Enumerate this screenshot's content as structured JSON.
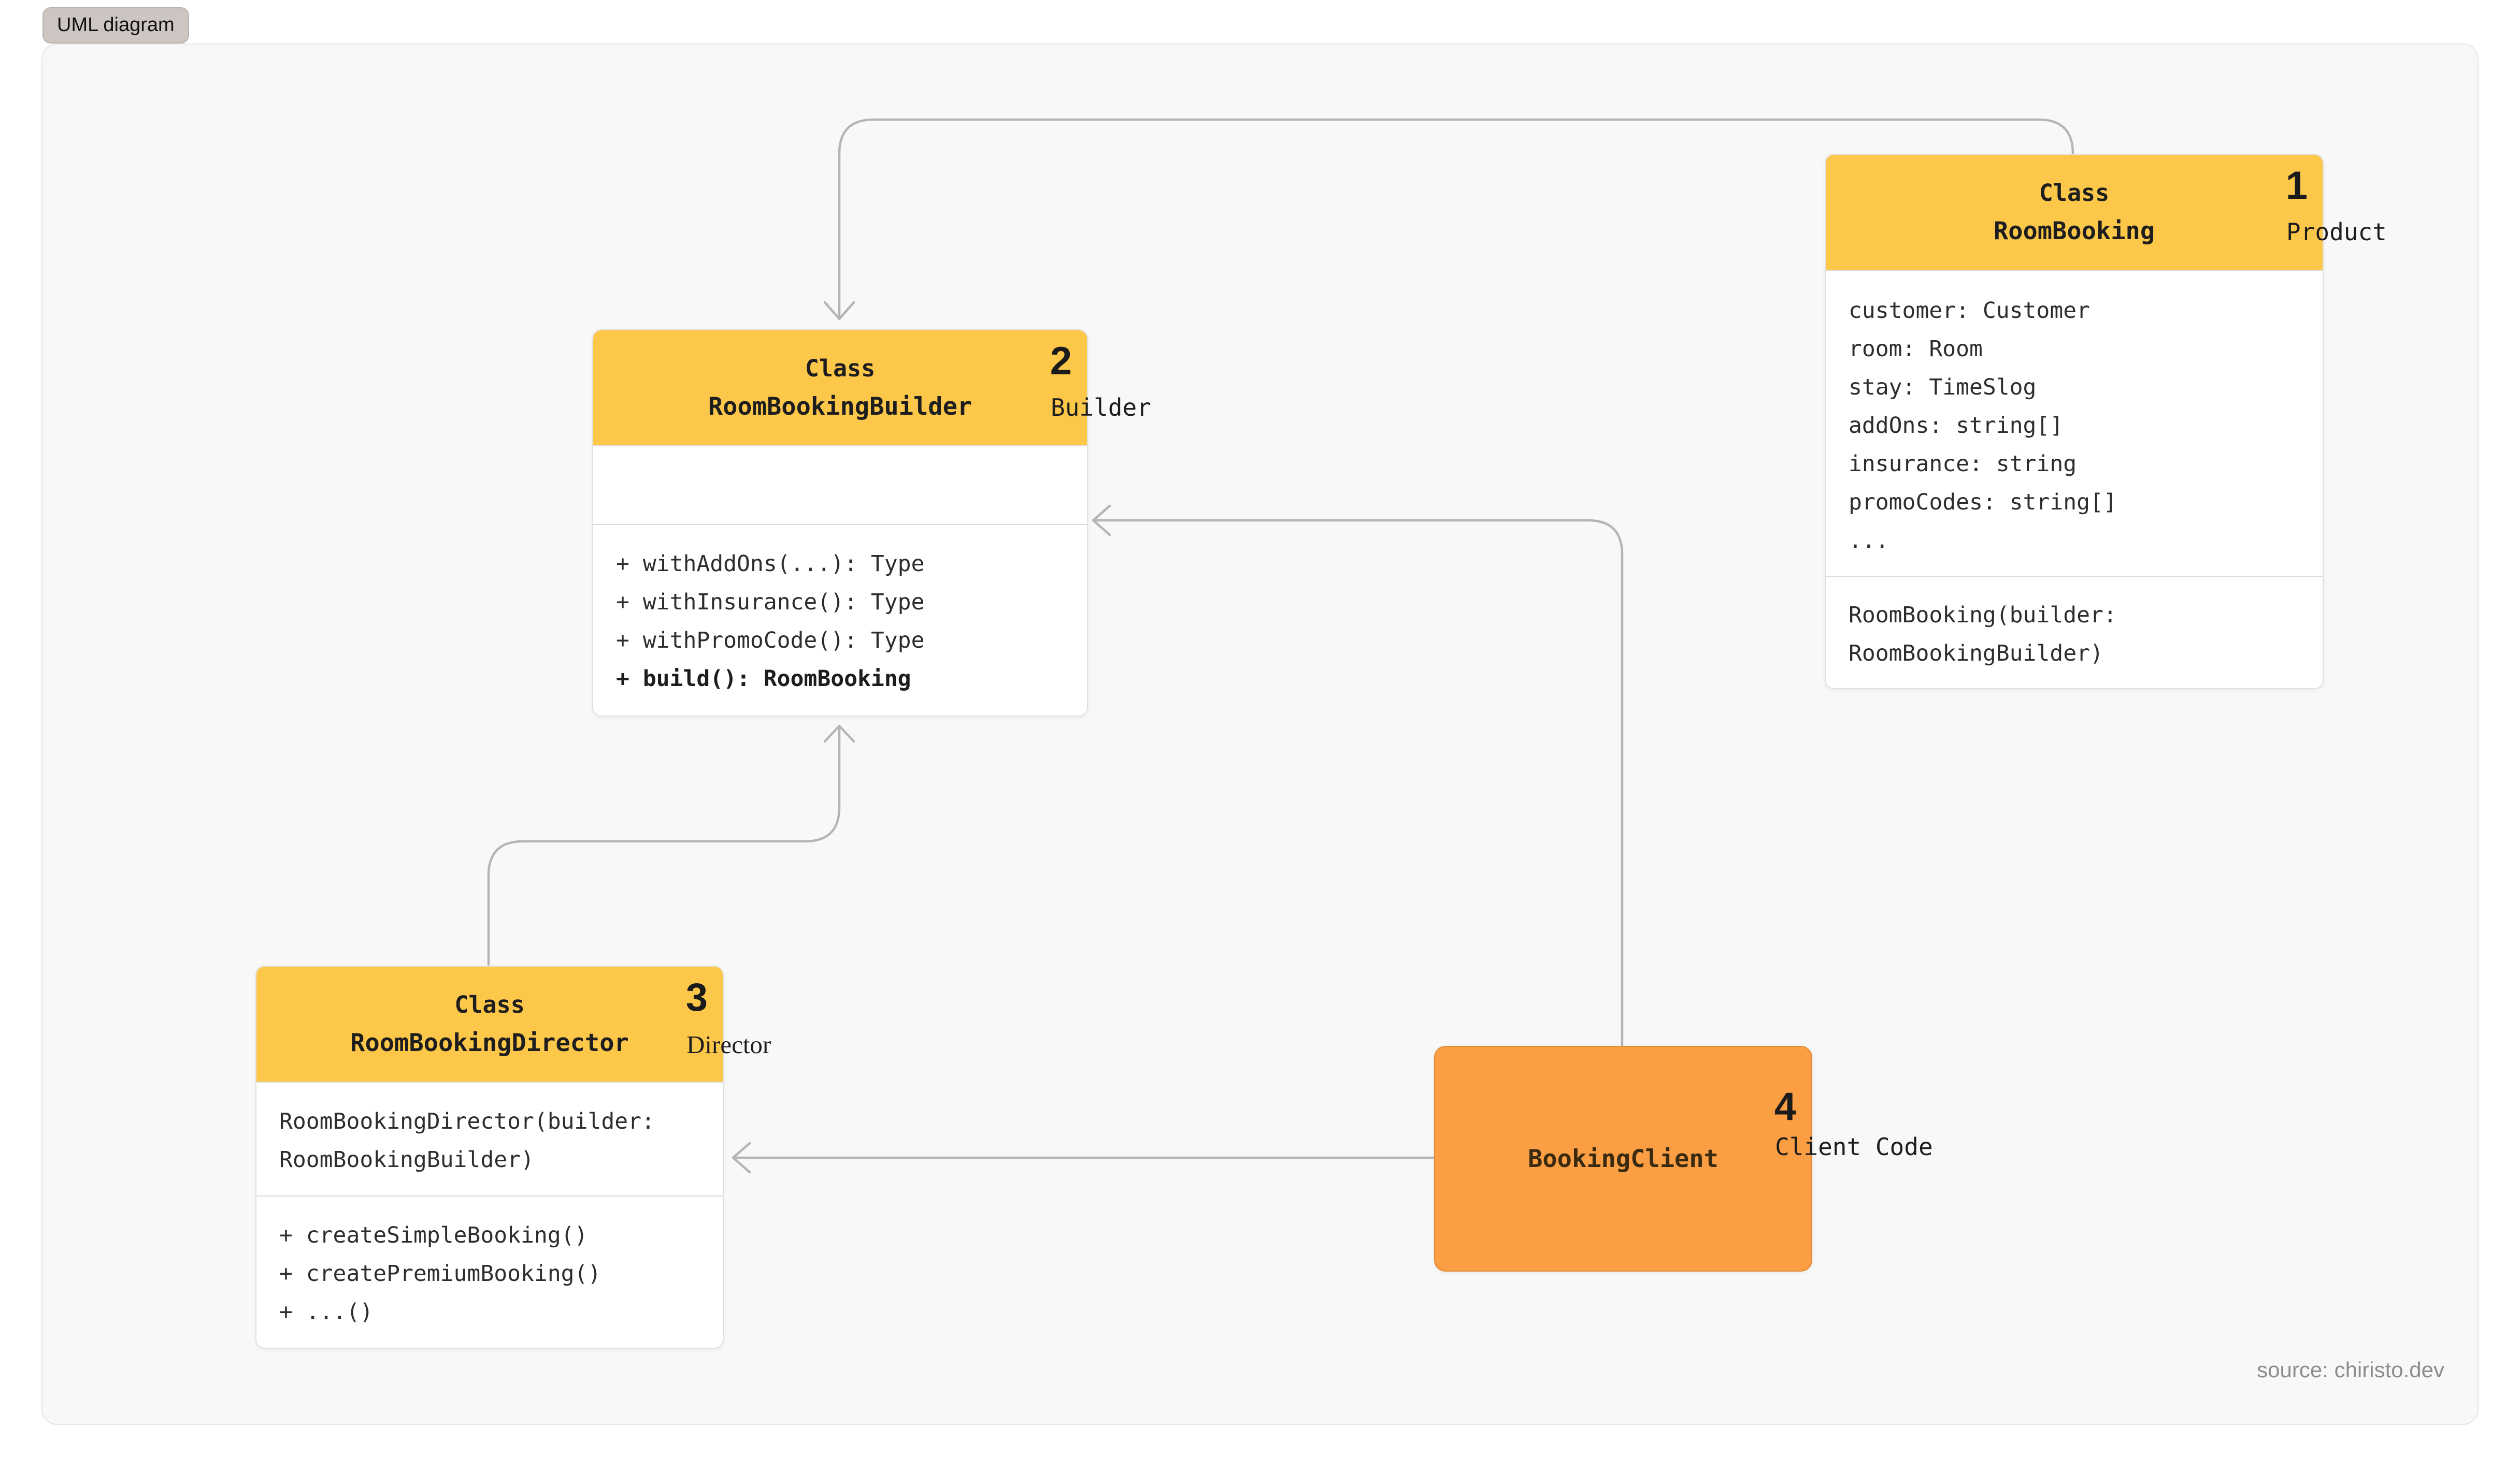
{
  "badge": {
    "label": "UML diagram"
  },
  "canvas": {
    "source_credit": "source: chiristo.dev"
  },
  "colors": {
    "header_yellow": "#fdc84a",
    "client_orange": "#fc9e43",
    "arrow_gray": "#b5b5b5",
    "canvas_bg": "#f8f8f8",
    "badge_bg": "#cdc5c2"
  },
  "classes": [
    {
      "stereotype": "Class",
      "name": "RoomBooking",
      "number": "1",
      "role_label": "Product",
      "attributes": [
        "customer: Customer",
        "room: Room",
        "stay: TimeSlog",
        "addOns: string[]",
        "insurance: string",
        "promoCodes: string[]",
        "..."
      ],
      "methods": [
        "RoomBooking(builder: RoomBookingBuilder)"
      ]
    },
    {
      "stereotype": "Class",
      "name": "RoomBookingBuilder",
      "number": "2",
      "role_label": "Builder",
      "attributes": [],
      "methods": [
        "+ withAddOns(...): Type",
        "+ withInsurance(): Type",
        "+ withPromoCode(): Type",
        "+ build(): RoomBooking"
      ]
    },
    {
      "stereotype": "Class",
      "name": "RoomBookingDirector",
      "number": "3",
      "role_label": "Director",
      "attributes": [
        "RoomBookingDirector(builder: RoomBookingBuilder)"
      ],
      "methods": [
        "+ createSimpleBooking()",
        "+ createPremiumBooking()",
        "+ ...()"
      ]
    }
  ],
  "client": {
    "name": "BookingClient",
    "number": "4",
    "role_label": "Client Code"
  }
}
